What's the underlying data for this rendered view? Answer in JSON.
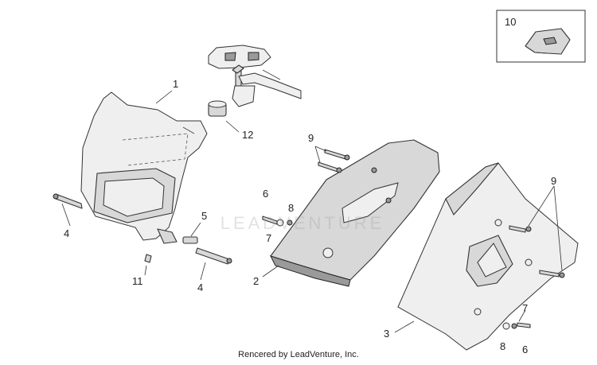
{
  "callouts": {
    "c1": "1",
    "c2": "2",
    "c3": "3",
    "c4a": "4",
    "c4b": "4",
    "c5": "5",
    "c6a": "6",
    "c6b": "6",
    "c7a": "7",
    "c7b": "7",
    "c8a": "8",
    "c8b": "8",
    "c9a": "9",
    "c9b": "9",
    "c10": "10",
    "c11": "11",
    "c12": "12"
  },
  "watermark": "LEADVENTURE",
  "footer": "Rencered by LeadVenture, Inc."
}
